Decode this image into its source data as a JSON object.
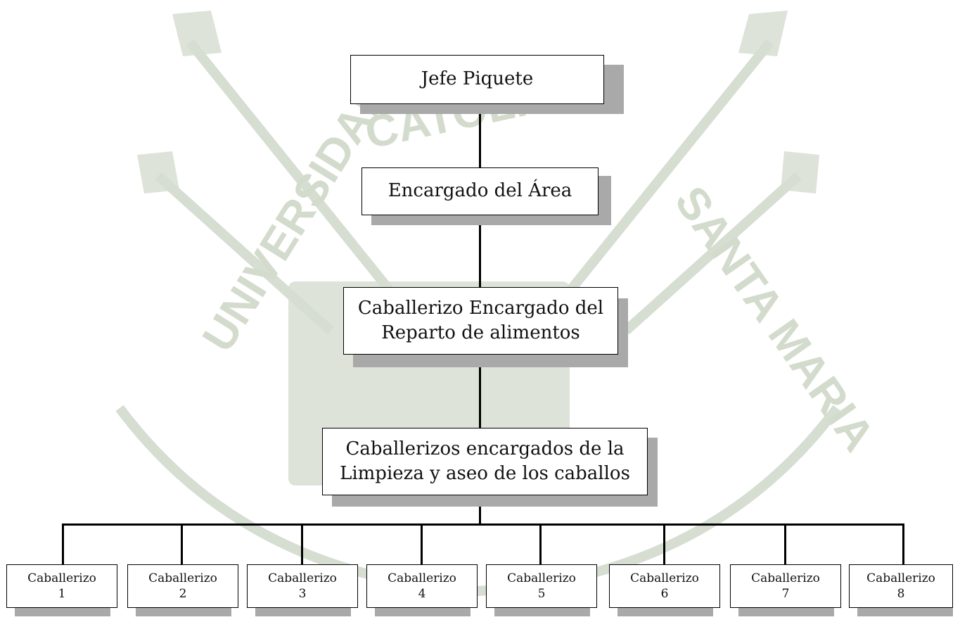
{
  "watermark": {
    "emblem_left": "UNIVERSIDAD",
    "emblem_top": "CATOLICA",
    "emblem_right": "SANTA MARIA"
  },
  "chart": {
    "root": {
      "label": "Jefe Piquete"
    },
    "level2": {
      "label": "Encargado del Área"
    },
    "level3": {
      "line1": "Caballerizo Encargado del",
      "line2": "Reparto de alimentos"
    },
    "level4": {
      "line1": "Caballerizos encargados de la",
      "line2": "Limpieza y aseo de los caballos"
    },
    "leaves": [
      {
        "label": "Caballerizo",
        "number": "1"
      },
      {
        "label": "Caballerizo",
        "number": "2"
      },
      {
        "label": "Caballerizo",
        "number": "3"
      },
      {
        "label": "Caballerizo",
        "number": "4"
      },
      {
        "label": "Caballerizo",
        "number": "5"
      },
      {
        "label": "Caballerizo",
        "number": "6"
      },
      {
        "label": "Caballerizo",
        "number": "7"
      },
      {
        "label": "Caballerizo",
        "number": "8"
      }
    ]
  }
}
